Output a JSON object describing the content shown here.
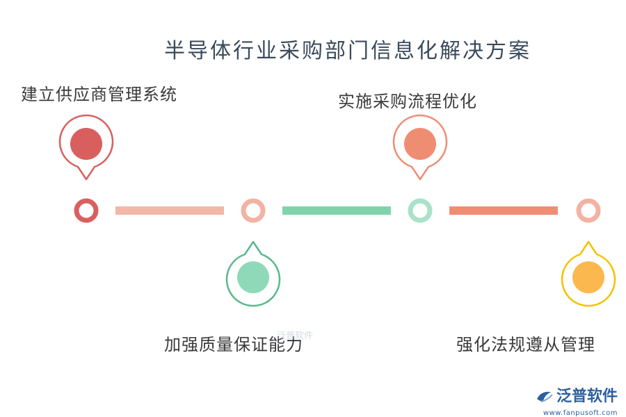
{
  "title": "半导体行业采购部门信息化解决方案",
  "steps": [
    {
      "label": "建立供应商管理系统",
      "position": "top",
      "color": "#d95f5f"
    },
    {
      "label": "加强质量保证能力",
      "position": "bottom",
      "color": "#8fd9b8"
    },
    {
      "label": "实施采购流程优化",
      "position": "top",
      "color": "#ef8d73"
    },
    {
      "label": "强化法规遵从管理",
      "position": "bottom",
      "color": "#fbb84f"
    }
  ],
  "node_colors": [
    "#d95f5f",
    "#f2b2a4",
    "#a8e2c8",
    "#f2b2a4"
  ],
  "connector_colors": [
    "#f2b7a8",
    "#7fd4ab",
    "#ef8d73"
  ],
  "pin_ring_colors": [
    "#d95f5f",
    "#5ab88c",
    "#ef8d73",
    "#f2c300"
  ],
  "watermark": "泛普软件",
  "logo": {
    "text": "泛普软件",
    "url": "www.fanpusoft.com"
  }
}
